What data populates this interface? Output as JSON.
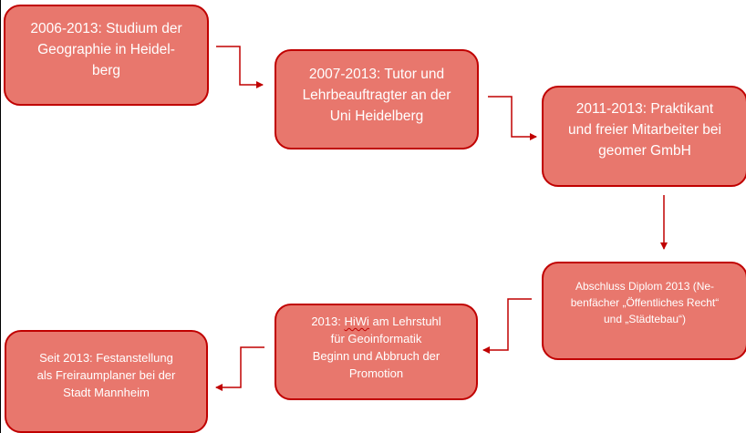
{
  "diagram": {
    "type": "flowchart",
    "colors": {
      "box_fill": "#e8776d",
      "box_border": "#c00000",
      "text": "#ffffff",
      "connector": "#c00000"
    },
    "steps": [
      {
        "id": "step1",
        "text": "2006-2013: Studium der\nGeographie in Heidel-\nberg"
      },
      {
        "id": "step2",
        "text": "2007-2013: Tutor und\nLehrbeauftragter an der\nUni Heidelberg"
      },
      {
        "id": "step3",
        "text": "2011-2013: Praktikant\nund freier Mitarbeiter bei\ngeomer GmbH"
      },
      {
        "id": "step4",
        "text": "Abschluss Diplom 2013  (Ne-\nbenfächer „Öffentliches Recht“\nund „Städtebau“)"
      },
      {
        "id": "step5",
        "prefix": "2013: ",
        "hiwi": "HiWi",
        "rest": " am Lehrstuhl\nfür Geoinformatik\nBeginn und Abbruch der\nPromotion"
      },
      {
        "id": "step6",
        "text": "Seit 2013: Festanstellung\nals Freiraumplaner bei der\nStadt Mannheim"
      }
    ],
    "connections": [
      {
        "from": "step1",
        "to": "step2"
      },
      {
        "from": "step2",
        "to": "step3"
      },
      {
        "from": "step3",
        "to": "step4"
      },
      {
        "from": "step4",
        "to": "step5"
      },
      {
        "from": "step5",
        "to": "step6"
      }
    ]
  }
}
